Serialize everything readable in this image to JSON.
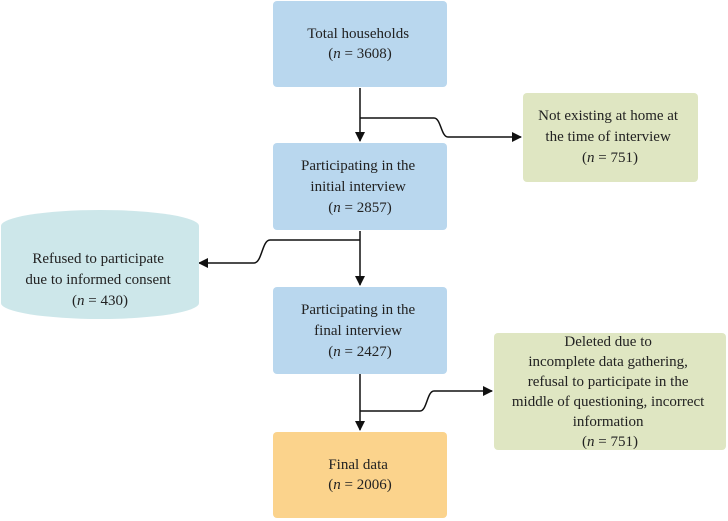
{
  "colors": {
    "main_box": "#b9d7ee",
    "side_box": "#dfe6c2",
    "cylinder": "#cde7ea",
    "final_box": "#fbd38c",
    "arrow": "#111111"
  },
  "nodes": {
    "total": {
      "lines": [
        "Total households"
      ],
      "count": "3608"
    },
    "not_home": {
      "lines": [
        "Not existing at home at",
        "the time of interview"
      ],
      "count": "751"
    },
    "initial": {
      "lines": [
        "Participating in the",
        "initial interview"
      ],
      "count": "2857"
    },
    "refused": {
      "lines": [
        "Refused to participate",
        "due to informed consent"
      ],
      "count": "430"
    },
    "final_interview": {
      "lines": [
        "Participating in the",
        "final interview"
      ],
      "count": "2427"
    },
    "deleted": {
      "lines": [
        "Deleted due to",
        "incomplete data gathering,",
        "refusal to participate in the",
        "middle of questioning, incorrect",
        "information"
      ],
      "count": "751"
    },
    "final_data": {
      "lines": [
        "Final data"
      ],
      "count": "2006"
    }
  },
  "count_prefix": "n",
  "count_equals": " = "
}
